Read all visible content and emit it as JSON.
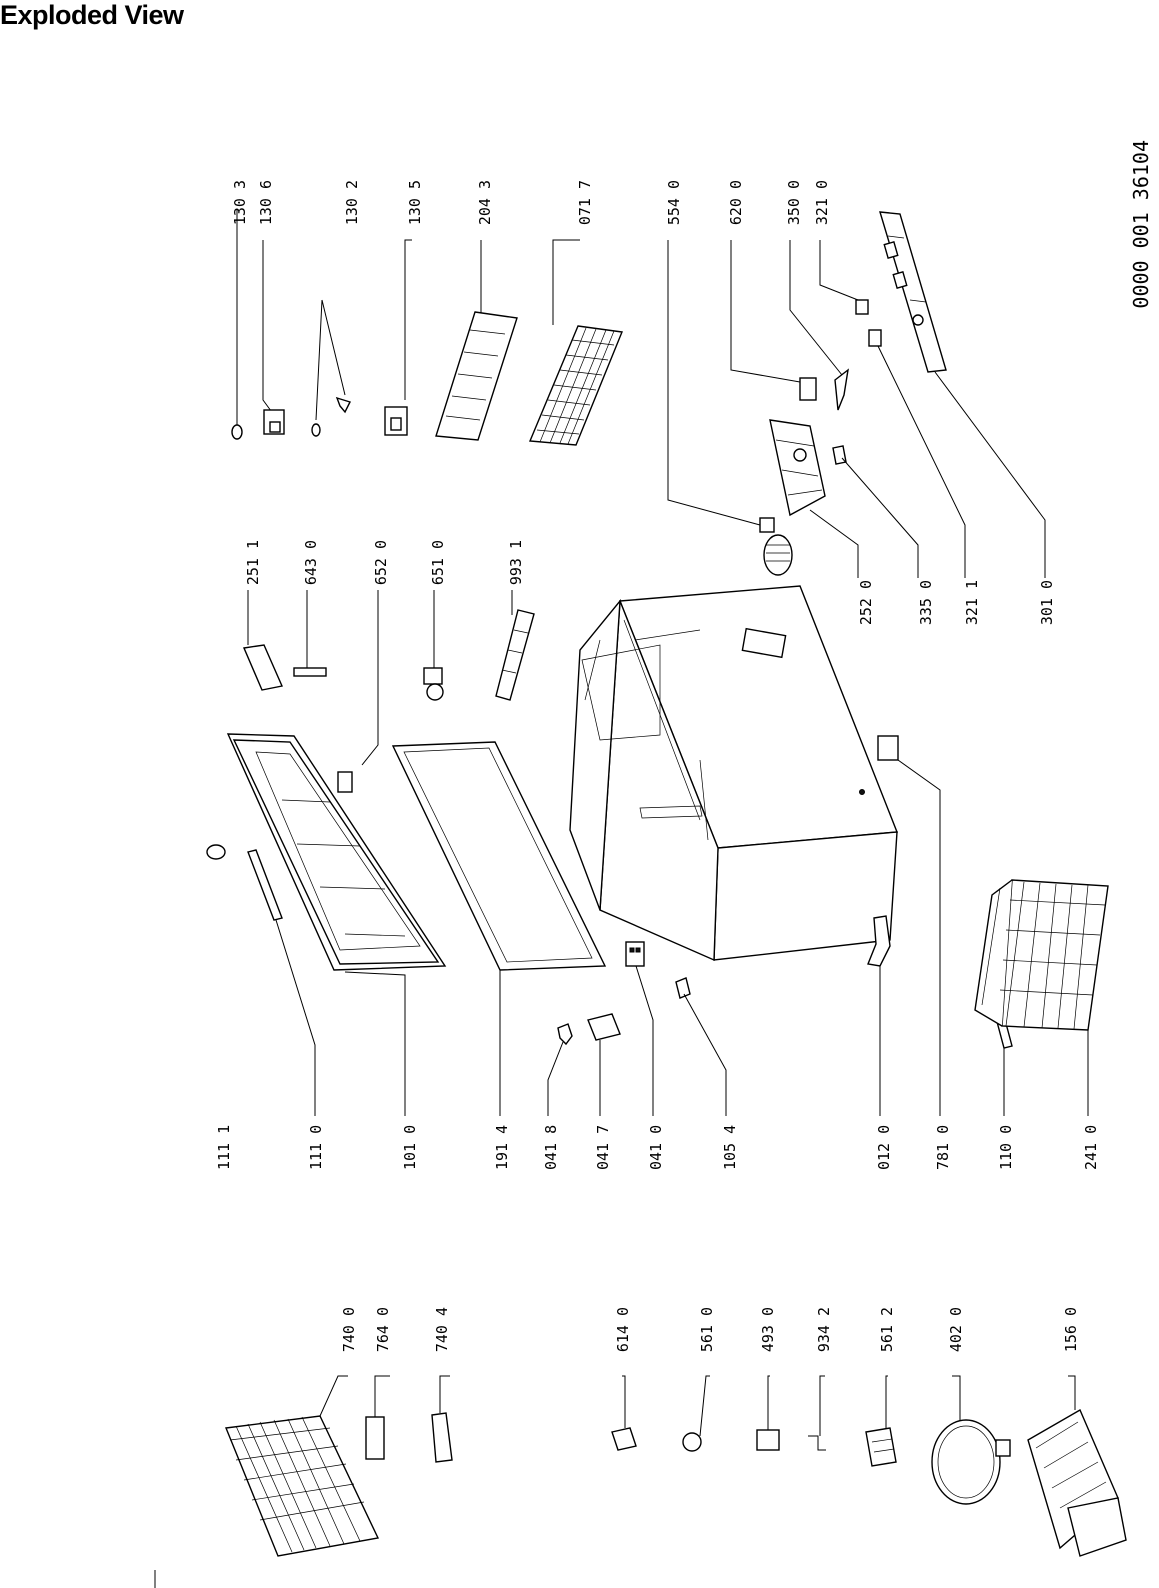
{
  "title": "Exploded View",
  "doc_ref": "0000 001 36104",
  "parts": {
    "p1303": "130 3",
    "p1306": "130 6",
    "p1302": "130 2",
    "p1305": "130 5",
    "p2043": "204 3",
    "p0717": "071 7",
    "p5540": "554 0",
    "p6200": "620 0",
    "p3500": "350 0",
    "p3210": "321 0",
    "p2511": "251 1",
    "p6430": "643 0",
    "p6520": "652 0",
    "p6510": "651 0",
    "p9931": "993 1",
    "p2520": "252 0",
    "p3350": "335 0",
    "p3211": "321 1",
    "p3010": "301 0",
    "p1111": "111 1",
    "p1110": "111 0",
    "p1010": "101 0",
    "p1914": "191 4",
    "p0418": "041 8",
    "p0417": "041 7",
    "p0410": "041 0",
    "p1054": "105 4",
    "p0120": "012 0",
    "p7810": "781 0",
    "p1100": "110 0",
    "p2410": "241 0",
    "p7400": "740 0",
    "p7640": "764 0",
    "p7404": "740 4",
    "p6140": "614 0",
    "p5610": "561 0",
    "p4930": "493 0",
    "p9342": "934 2",
    "p5612": "561 2",
    "p4020": "402 0",
    "p1560": "156 0"
  }
}
